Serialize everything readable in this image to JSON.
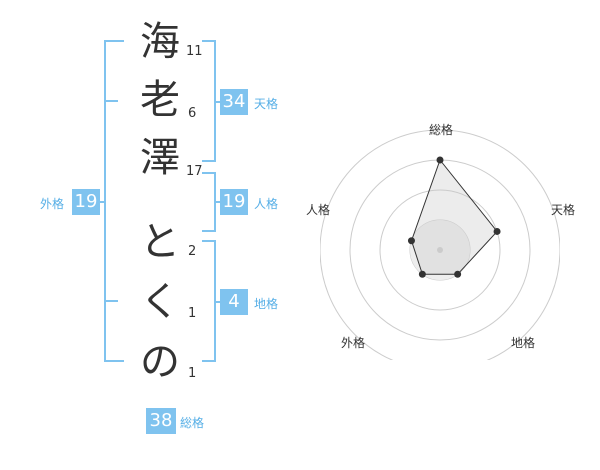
{
  "name": {
    "surname": [
      {
        "char": "海",
        "strokes": "11"
      },
      {
        "char": "老",
        "strokes": "6"
      },
      {
        "char": "澤",
        "strokes": "17"
      }
    ],
    "given": [
      {
        "char": "と",
        "strokes": "2"
      },
      {
        "char": "く",
        "strokes": "1"
      },
      {
        "char": "の",
        "strokes": "1"
      }
    ]
  },
  "fortune": {
    "tenkaku": {
      "value": "34",
      "label": "天格"
    },
    "jinkaku": {
      "value": "19",
      "label": "人格"
    },
    "chikaku": {
      "value": "4",
      "label": "地格"
    },
    "gaikaku": {
      "value": "19",
      "label": "外格"
    },
    "soukaku": {
      "value": "38",
      "label": "総格"
    }
  },
  "radar": {
    "axes": [
      "総格",
      "天格",
      "地格",
      "外格",
      "人格"
    ],
    "levels": 4,
    "scores": [
      3,
      2,
      1,
      1,
      1
    ]
  },
  "colors": {
    "accent": "#7fc3ef",
    "accent_text": "#55aee6",
    "text": "#333333",
    "grid": "#cccccc"
  }
}
